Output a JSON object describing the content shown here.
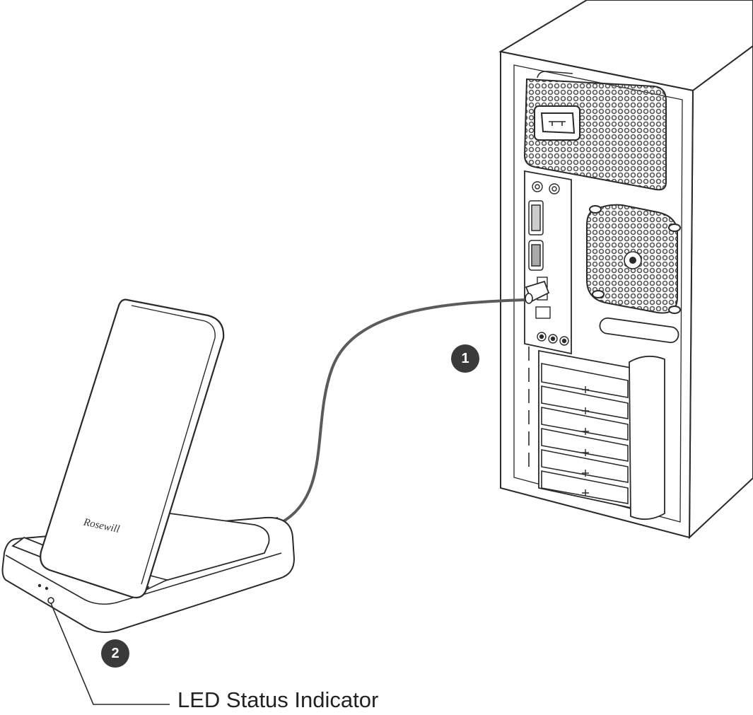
{
  "steps": {
    "step1": "1",
    "step2": "2"
  },
  "brand": "Rosewill",
  "callout": {
    "led_label": "LED Status Indicator"
  },
  "colors": {
    "line": "#2a2a2a",
    "cable": "#5b5b5b",
    "badge": "#3a3a3a",
    "vent": "#555555"
  }
}
